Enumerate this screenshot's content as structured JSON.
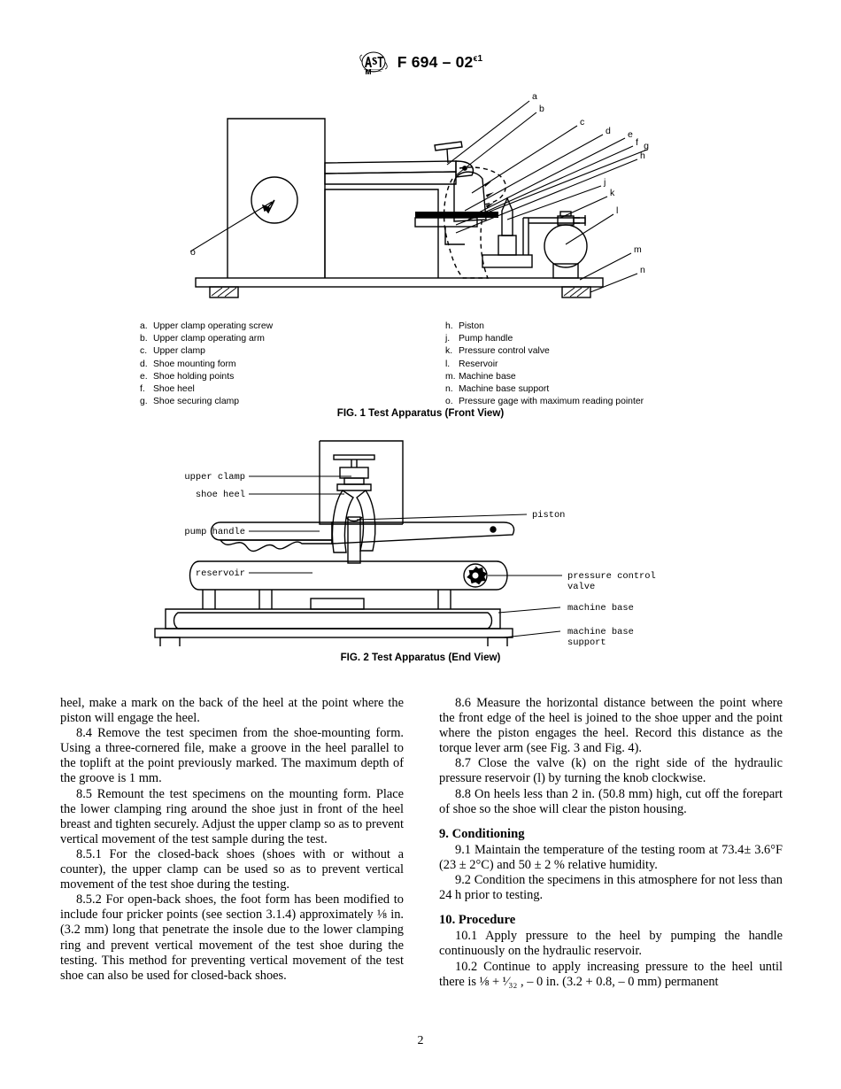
{
  "header": {
    "logo_icon": "astm-logo-icon",
    "designation": "F 694 – 02",
    "designation_sup": "ϵ1"
  },
  "figure1": {
    "caption": "FIG. 1 Test Apparatus (Front View)",
    "callout_labels": [
      "a",
      "b",
      "c",
      "d",
      "e",
      "f",
      "g",
      "h",
      "j",
      "k",
      "l",
      "m",
      "n",
      "o"
    ],
    "legend_left": [
      {
        "key": "a.",
        "label": "Upper clamp operating screw"
      },
      {
        "key": "b.",
        "label": "Upper clamp operating arm"
      },
      {
        "key": "c.",
        "label": "Upper clamp"
      },
      {
        "key": "d.",
        "label": "Shoe mounting form"
      },
      {
        "key": "e.",
        "label": "Shoe holding points"
      },
      {
        "key": "f.",
        "label": "Shoe heel"
      },
      {
        "key": "g.",
        "label": "Shoe securing clamp"
      }
    ],
    "legend_right": [
      {
        "key": "h.",
        "label": "Piston"
      },
      {
        "key": "j.",
        "label": "Pump handle"
      },
      {
        "key": "k.",
        "label": "Pressure control valve"
      },
      {
        "key": "l.",
        "label": "Reservoir"
      },
      {
        "key": "m.",
        "label": "Machine base"
      },
      {
        "key": "n.",
        "label": "Machine base support"
      },
      {
        "key": "o.",
        "label": "Pressure gage with maximum reading pointer"
      }
    ]
  },
  "figure2": {
    "caption": "FIG. 2 Test Apparatus (End View)",
    "labels_left": [
      "upper clamp",
      "shoe heel",
      "pump handle",
      "reservoir"
    ],
    "labels_right": [
      "piston",
      "pressure control",
      "valve",
      "machine base",
      "machine base",
      "support"
    ]
  },
  "body": {
    "left_column": [
      {
        "id": "para-heel-continued",
        "indent": false,
        "text": "heel, make a mark on the back of the heel at the point where the piston will engage the heel."
      },
      {
        "id": "para-8-4",
        "indent": true,
        "text": "8.4  Remove the test specimen from the shoe-mounting form. Using a three-cornered file, make a groove in the heel parallel to the toplift at the point previously marked. The maximum depth of the groove is 1 mm."
      },
      {
        "id": "para-8-5",
        "indent": true,
        "text": "8.5  Remount the test specimens on the mounting form. Place the lower clamping ring around the shoe just in front of the heel breast and tighten securely. Adjust the upper clamp so as to prevent vertical movement of the test sample during the test."
      },
      {
        "id": "para-8-5-1",
        "indent": true,
        "text": "8.5.1  For the closed-back shoes (shoes with or without a counter), the upper clamp can be used so as to prevent vertical movement of the test shoe during the testing."
      },
      {
        "id": "para-8-5-2",
        "indent": true,
        "text": "8.5.2  For open-back shoes, the foot form has been modified to include four pricker points (see section 3.1.4) approximately ⅛ in. (3.2 mm) long that penetrate the insole due to the lower clamping ring and prevent vertical movement of the test shoe during the testing. This method for preventing vertical movement of the test shoe can also be used for closed-back shoes."
      }
    ],
    "right_column": [
      {
        "id": "para-8-6",
        "indent": true,
        "text": "8.6  Measure the horizontal distance between the point where the front edge of the heel is joined to the shoe upper and the point where the piston engages the heel. Record this distance as the torque lever arm (see Fig. 3 and Fig. 4)."
      },
      {
        "id": "para-8-7",
        "indent": true,
        "text": "8.7  Close the valve (k) on the right side of the hydraulic pressure reservoir (l) by turning the knob clockwise."
      },
      {
        "id": "para-8-8",
        "indent": true,
        "text": "8.8  On heels less than 2 in. (50.8 mm) high, cut off the forepart of shoe so the shoe will clear the piston housing."
      },
      {
        "id": "heading-9",
        "heading": true,
        "text": "9.  Conditioning"
      },
      {
        "id": "para-9-1",
        "indent": true,
        "text": "9.1  Maintain the temperature of the testing room at 73.4± 3.6°F (23 ± 2°C) and 50 ± 2 % relative humidity."
      },
      {
        "id": "para-9-2",
        "indent": true,
        "text": "9.2  Condition the specimens in this atmosphere for not less than 24 h prior to testing."
      },
      {
        "id": "heading-10",
        "heading": true,
        "text": "10.  Procedure"
      },
      {
        "id": "para-10-1",
        "indent": true,
        "text": "10.1  Apply pressure to the heel by pumping the handle continuously on the hydraulic reservoir."
      },
      {
        "id": "para-10-2",
        "indent": true,
        "text": "10.2  Continue to apply increasing pressure to the heel until there is  ⅛  + ¹⁄₃₂ , – 0 in. (3.2 + 0.8, – 0  mm)  permanent"
      }
    ]
  },
  "page_number": "2"
}
